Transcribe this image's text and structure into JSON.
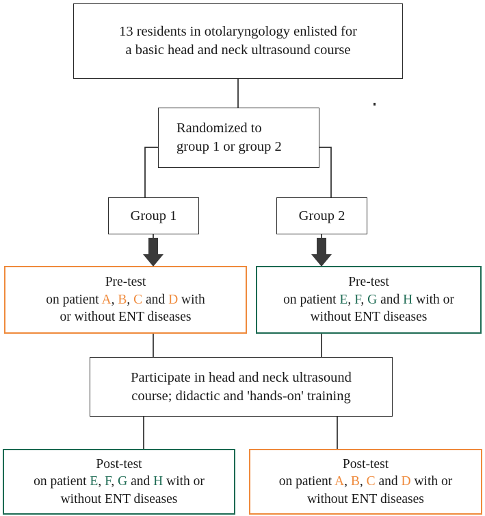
{
  "diagram": {
    "title": "Study flow diagram — crossover randomized head and neck ultrasound course",
    "colors": {
      "orange": "#ef8a3c",
      "green": "#1d6b53",
      "line": "#2b2b2b",
      "arrow": "#3a3a3a",
      "text": "#1a1a1a",
      "background": "#ffffff"
    }
  },
  "nodes": {
    "enrollment": {
      "line1": "13 residents in otolaryngology enlisted for",
      "line2": "a basic head and neck ultrasound course"
    },
    "randomization": {
      "line1": "Randomized to",
      "line2": "group 1 or group 2"
    },
    "group1": {
      "label": "Group 1"
    },
    "group2": {
      "label": "Group 2"
    },
    "pretest_left": {
      "heading": "Pre-test",
      "l2_pre": "on patient ",
      "l2_a": "A",
      "l2_sep1": ", ",
      "l2_b": "B",
      "l2_sep2": ", ",
      "l2_c": "C",
      "l2_sep3": " and ",
      "l2_d": "D",
      "l2_post": " with",
      "line3": "or without ENT diseases"
    },
    "pretest_right": {
      "heading": "Pre-test",
      "l2_pre": "on patient ",
      "l2_a": "E",
      "l2_sep1": ", ",
      "l2_b": "F",
      "l2_sep2": ", ",
      "l2_c": "G",
      "l2_sep3": " and ",
      "l2_d": "H",
      "l2_post": " with or",
      "line3": "without ENT diseases"
    },
    "course": {
      "line1": "Participate in head and neck ultrasound",
      "line2": "course; didactic and 'hands-on' training"
    },
    "posttest_left": {
      "heading": "Post-test",
      "l2_pre": "on patient ",
      "l2_a": "E",
      "l2_sep1": ", ",
      "l2_b": "F",
      "l2_sep2": ", ",
      "l2_c": "G",
      "l2_sep3": " and ",
      "l2_d": "H",
      "l2_post": " with or",
      "line3": "without ENT diseases"
    },
    "posttest_right": {
      "heading": "Post-test",
      "l2_pre": "on patient ",
      "l2_a": "A",
      "l2_sep1": ", ",
      "l2_b": "B",
      "l2_sep2": ", ",
      "l2_c": "C",
      "l2_sep3": " and ",
      "l2_d": "D",
      "l2_post": " with or",
      "line3": "without ENT diseases"
    }
  }
}
